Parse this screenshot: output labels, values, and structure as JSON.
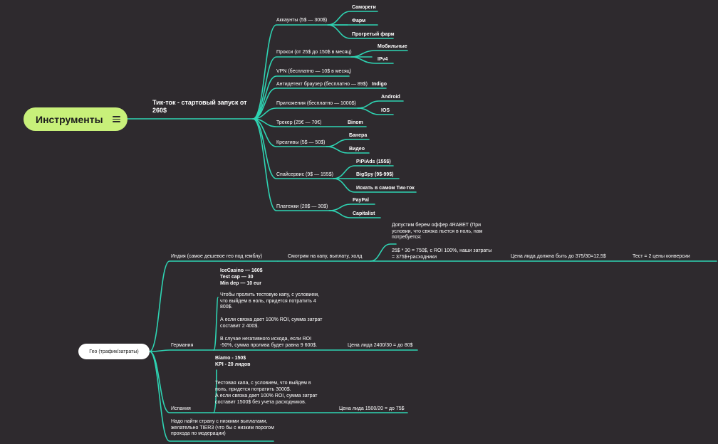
{
  "root": {
    "label": "Инструменты"
  },
  "subtitle": "Тик-ток - стартовый запуск от 260$",
  "tools": [
    {
      "label": "Аккаунты (5$ — 300$)",
      "children": [
        "Самореги",
        "Фарм",
        "Прогретый фарм"
      ]
    },
    {
      "label": "Прокси (от 25$ до 150$ в месяц)",
      "children": [
        "Мобильные",
        "IPv4"
      ]
    },
    {
      "label": "VPN (бесплатно — 10$ в месяц)",
      "children": []
    },
    {
      "label": "Антидетект браузер (бесплатно — 89$)",
      "children": [
        "Indigo"
      ]
    },
    {
      "label": "Приложения (бесплатно — 1000$)",
      "children": [
        "Android",
        "IOS"
      ]
    },
    {
      "label": "Трекер (25€ — 70€)",
      "children": [
        "Binom"
      ]
    },
    {
      "label": "Креативы (5$ — 50$)",
      "children": [
        "Банера",
        "Видео"
      ]
    },
    {
      "label": "Спайсервис (9$ — 155$)",
      "children": [
        "PiPiAds (155$)",
        "BigSpy (9$-99$)",
        "Искать в самом Тик-ток"
      ]
    },
    {
      "label": "Платежки (20$ — 30$)",
      "children": [
        "PayPal",
        "Capitalist"
      ]
    }
  ],
  "geo": {
    "label": "Гео (трафик/затраты)",
    "india": {
      "label": "Индия (самое дешевое гео под гемблу)",
      "step1": "Смотрим на капу, выплату, холд",
      "offer_text": "Допустим берем оффер 4RABET (При условии, что связка льется в ноль, нам потребуется:",
      "calc_text": "25$ * 30 = 750$, с ROI 100%, наши затраты = 375$+расходники",
      "lead_price": "Цена лида должна быть до 375/30=12,5$",
      "test": "Тест  = 2 цены конверсии"
    },
    "germany": {
      "label": "Германия",
      "offer_title": "IceCasino — 160$",
      "offer_cap": "Test cap — 30",
      "offer_dep": "Min dep — 10 eur",
      "p1": "Чтобы пролить тестовую капу, с условием, что выйдем в ноль, придется потратить 4 800$.",
      "p2": "А если связка дает 100% ROI, сумма затрат составит 2 400$.",
      "p3": "В случае негативного исхода, если ROI -50%, сумма пролива будет равна 9 600$.",
      "lead_price": "Цена лида 2400/30 = до 80$"
    },
    "spain": {
      "label": "Испания",
      "offer_title": "Biamo - 150$",
      "offer_kpi": "KPI - 20 лидов",
      "p1": "Тестовая капа, с условием, что выйдем в ноль, придется потратить 3000$.",
      "p2": "А если связка дает 100% ROI, сумма затрат составит 1500$ без учета расходников.",
      "lead_price": "Цена лида 1500/20 = до 75$"
    },
    "note": "Надо найти страну с низкими выплатами, желательно TIER3 (что бы с низким порогом прохода по модерации)"
  },
  "colors": {
    "line": "#2ed4b3",
    "background": "#2e2a2e",
    "root_bg": "#c8f07a"
  }
}
